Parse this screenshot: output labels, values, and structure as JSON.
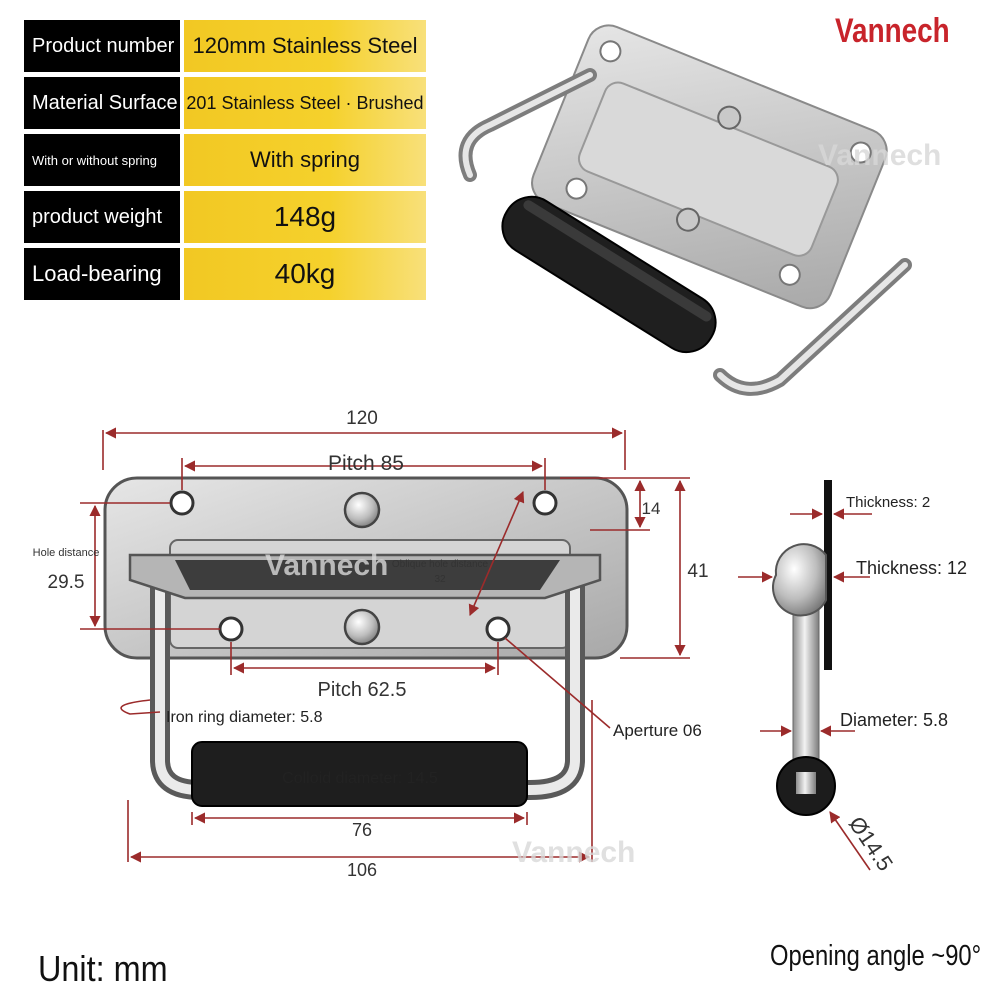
{
  "brand": "Vannech",
  "specs": [
    {
      "label": "Product number",
      "value": "120mm Stainless Steel"
    },
    {
      "label": "Material Surface",
      "value": "201 Stainless Steel · Brushed"
    },
    {
      "label": "With or without spring",
      "value": "With spring"
    },
    {
      "label": "product weight",
      "value": "148g"
    },
    {
      "label": "Load-bearing",
      "value": "40kg"
    }
  ],
  "front_view": {
    "total_length": "120",
    "pitch_top": "Pitch 85",
    "height_top": "14",
    "height_total": "41",
    "hole_distance_label": "Hole distance",
    "hole_distance_value": "29.5",
    "oblique_label": "Oblique hole distance",
    "oblique_value": "32",
    "pitch_bottom": "Pitch 62.5",
    "iron_ring": "Iron ring diameter: 5.8",
    "aperture": "Aperture 06",
    "colloid": "Colloid diameter: 14.5",
    "grip_length": "76",
    "handle_width": "106"
  },
  "side_view": {
    "thickness_plate": "Thickness: 2",
    "thickness_body": "Thickness: 12",
    "diameter": "Diameter: 5.8",
    "grip_diameter": "Ø14.5"
  },
  "footer": {
    "unit": "Unit: mm",
    "opening_angle": "Opening angle ~90°"
  },
  "colors": {
    "dimension_line": "#9b2b2b",
    "label_bg": "#000000",
    "value_bg": "#f4cf2a",
    "brand": "#c8242b"
  }
}
